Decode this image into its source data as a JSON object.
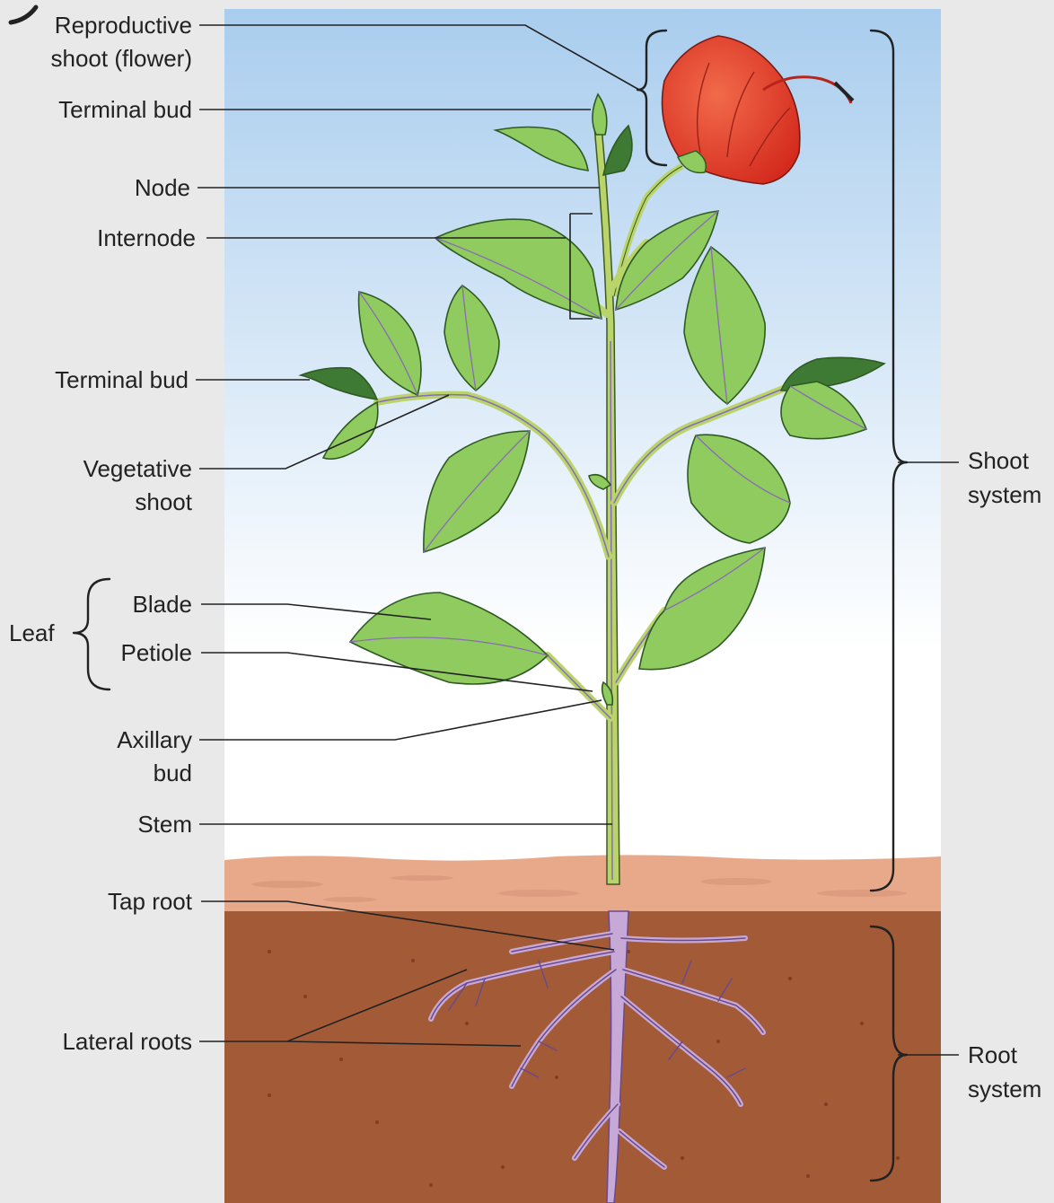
{
  "labels": {
    "reproductive_shoot": [
      "Reproductive",
      "shoot (flower)"
    ],
    "terminal_bud_top": "Terminal bud",
    "node": "Node",
    "internode": "Internode",
    "terminal_bud_side": "Terminal bud",
    "vegetative_shoot": [
      "Vegetative",
      "shoot"
    ],
    "leaf": "Leaf",
    "blade": "Blade",
    "petiole": "Petiole",
    "axillary_bud": [
      "Axillary",
      "bud"
    ],
    "stem": "Stem",
    "tap_root": "Tap root",
    "lateral_roots": "Lateral roots",
    "shoot_system": [
      "Shoot",
      "system"
    ],
    "root_system": [
      "Root",
      "system"
    ]
  },
  "colors": {
    "sky_top": "#a9cdee",
    "sky_bottom": "#ffffff",
    "topsoil": "#e8a98a",
    "soil": "#a35a37",
    "leaf": "#8fcb5e",
    "leaf_dark": "#3e7a34",
    "vein": "#8a6bb8",
    "stem": "#b8d46a",
    "flower": "#e23a2a",
    "root": "#c7a9d8"
  }
}
